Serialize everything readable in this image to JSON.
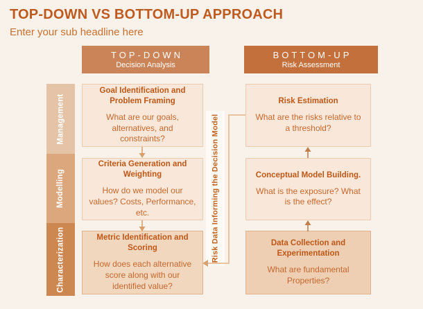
{
  "slide": {
    "title": "TOP-DOWN VS BOTTOM-UP APPROACH",
    "subtitle": "Enter your sub headline here"
  },
  "stages": [
    {
      "label": "Management"
    },
    {
      "label": "Modelling"
    },
    {
      "label": "Characterization"
    }
  ],
  "columns": {
    "left": {
      "header": {
        "title": "TOP-DOWN",
        "subtitle": "Decision Analysis"
      },
      "boxes": [
        {
          "heading": "Goal Identification and Problem Framing",
          "body": "What are our goals, alternatives, and constraints?"
        },
        {
          "heading": "Criteria Generation and Weighting",
          "body": "How do we model our values? Costs, Performance, etc."
        },
        {
          "heading": "Metric Identification and Scoring",
          "body": "How does each alternative score along with our identified value?"
        }
      ]
    },
    "right": {
      "header": {
        "title": "BOTTOM-UP",
        "subtitle": "Risk Assessment"
      },
      "boxes": [
        {
          "heading": "Risk Estimation",
          "body": "What are the risks relative to a threshold?"
        },
        {
          "heading": "Conceptual Model Building.",
          "body": "What is the exposure? What is the effect?"
        },
        {
          "heading": "Data Collection and Experimentation",
          "body": "What are fundamental Properties?"
        }
      ]
    }
  },
  "connector": {
    "label": "Risk Data Informing the Decision Model"
  },
  "colors": {
    "background": "#F9F2EB",
    "title_text": "#BE5A1E",
    "subtitle_text": "#C9702E",
    "header_left_bg": "#CB8457",
    "header_right_bg": "#C3703C",
    "stage_bgs": [
      "#E5C3A7",
      "#DCA77C",
      "#CD8751"
    ],
    "box_fill_light": "#F9E8D9",
    "box_fill_dark_left": "#F2D7BF",
    "box_fill_dark_right": "#EECFB4",
    "box_border": "#EBCAAD",
    "heading_text": "#BD5716",
    "body_text": "#C4672B",
    "arrow_down": "#D89F6D",
    "arrow_up": "#C17F4C",
    "connector_line": "#E9C3A0"
  }
}
